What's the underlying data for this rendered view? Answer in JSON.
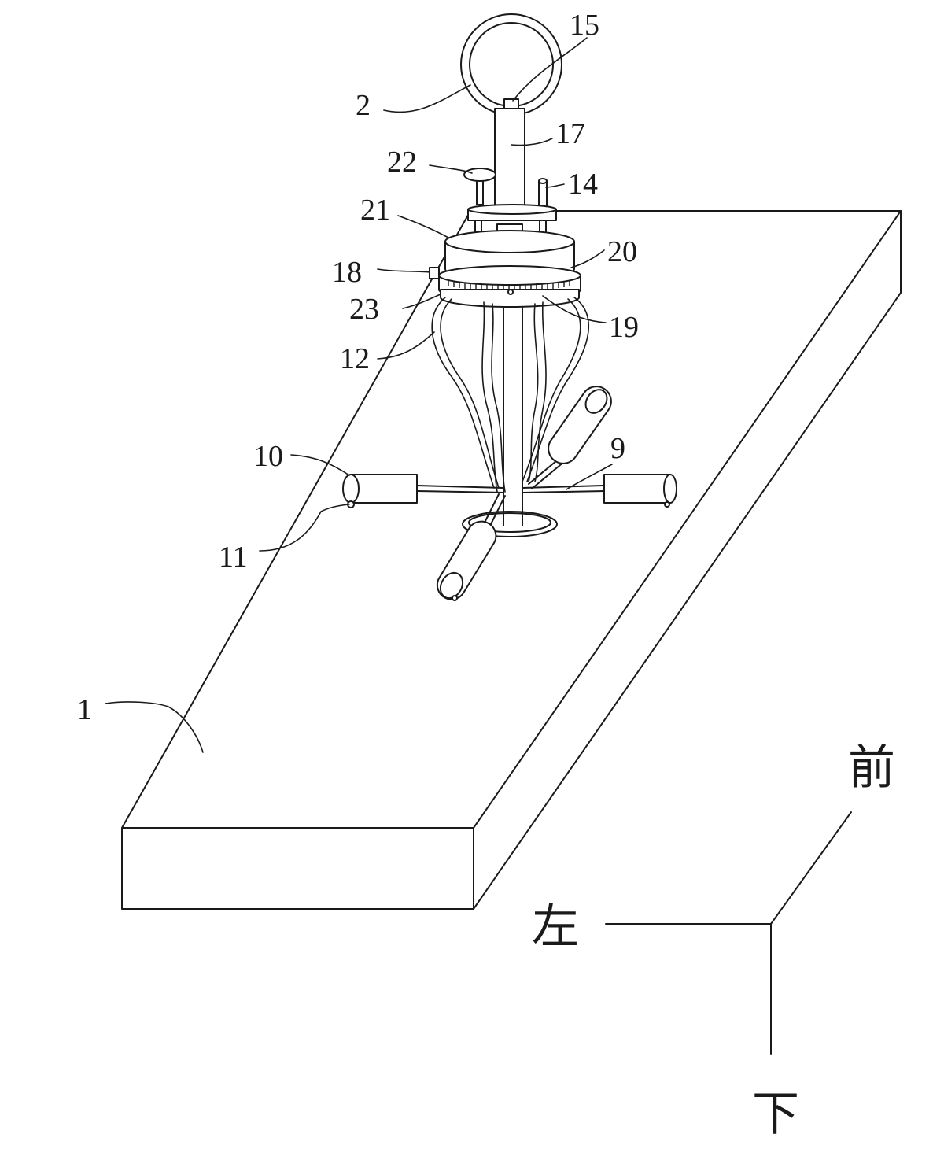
{
  "figure": {
    "labels": {
      "l1": "1",
      "l2": "2",
      "l9": "9",
      "l10": "10",
      "l11": "11",
      "l12": "12",
      "l14": "14",
      "l15": "15",
      "l17": "17",
      "l18": "18",
      "l19": "19",
      "l20": "20",
      "l21": "21",
      "l22": "22",
      "l23": "23"
    },
    "directions": {
      "front": "前",
      "left": "左",
      "down": "下"
    }
  }
}
